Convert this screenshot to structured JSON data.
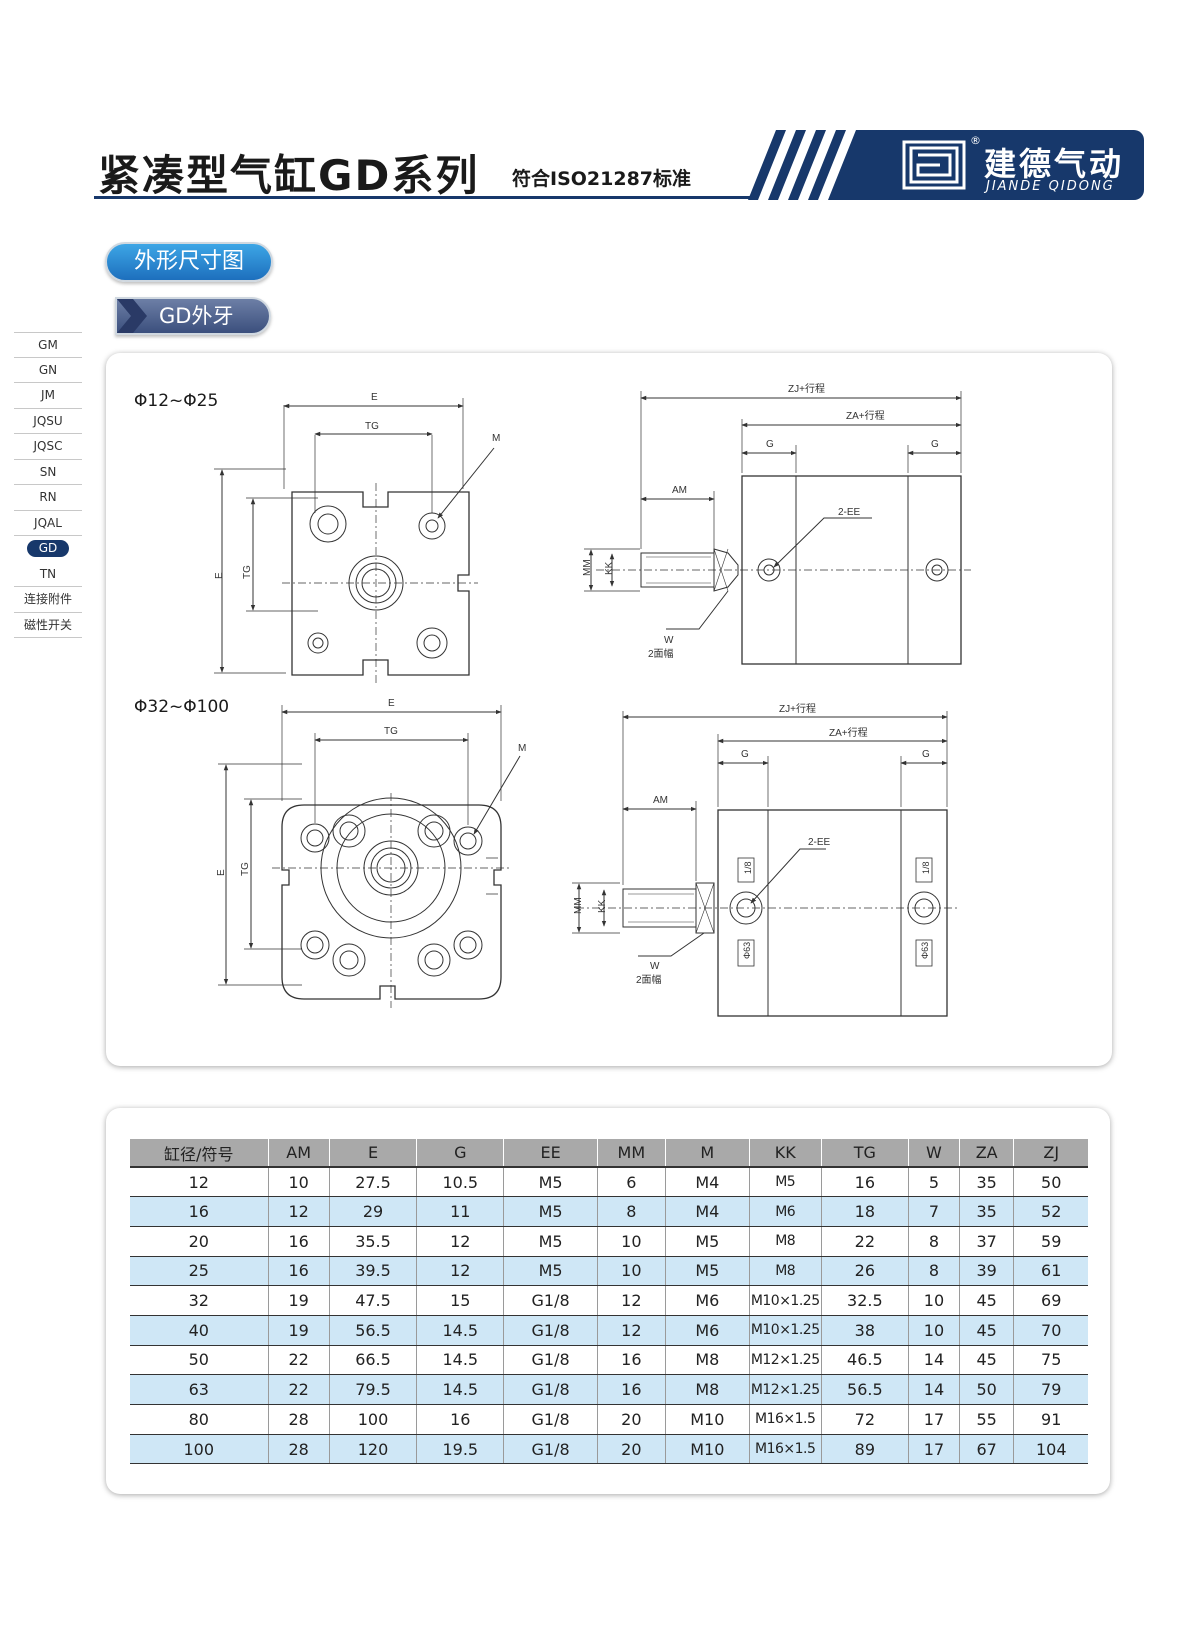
{
  "header": {
    "title": "紧凑型气缸GD系列",
    "subtitle": "符合ISO21287标准",
    "brand_cn": "建德气动",
    "brand_en": "JIANDE QIDONG",
    "registered": "®",
    "brand_color": "#17386b"
  },
  "section_tags": {
    "primary": "外形尺寸图",
    "secondary": "GD外牙"
  },
  "sidenav": {
    "items": [
      "GM",
      "GN",
      "JM",
      "JQSU",
      "JQSC",
      "SN",
      "RN",
      "JQAL",
      "GD",
      "TN",
      "连接附件",
      "磁性开关"
    ],
    "active": "GD"
  },
  "drawing": {
    "range_small": "Φ12~Φ25",
    "range_large": "Φ32~Φ100",
    "labels": {
      "E": "E",
      "TG": "TG",
      "M": "M",
      "ZJ": "ZJ+行程",
      "ZA": "ZA+行程",
      "G": "G",
      "AM": "AM",
      "EE": "2-EE",
      "MM": "MM",
      "KK": "KK",
      "W": "W",
      "W_note": "2面幅",
      "port": "1/8",
      "bore": "Φ63"
    }
  },
  "table": {
    "headers": [
      "缸径/符号",
      "AM",
      "E",
      "G",
      "EE",
      "MM",
      "M",
      "KK",
      "TG",
      "W",
      "ZA",
      "ZJ"
    ],
    "rows": [
      [
        "12",
        "10",
        "27.5",
        "10.5",
        "M5",
        "6",
        "M4",
        "M5",
        "16",
        "5",
        "35",
        "50"
      ],
      [
        "16",
        "12",
        "29",
        "11",
        "M5",
        "8",
        "M4",
        "M6",
        "18",
        "7",
        "35",
        "52"
      ],
      [
        "20",
        "16",
        "35.5",
        "12",
        "M5",
        "10",
        "M5",
        "M8",
        "22",
        "8",
        "37",
        "59"
      ],
      [
        "25",
        "16",
        "39.5",
        "12",
        "M5",
        "10",
        "M5",
        "M8",
        "26",
        "8",
        "39",
        "61"
      ],
      [
        "32",
        "19",
        "47.5",
        "15",
        "G1/8",
        "12",
        "M6",
        "M10×1.25",
        "32.5",
        "10",
        "45",
        "69"
      ],
      [
        "40",
        "19",
        "56.5",
        "14.5",
        "G1/8",
        "12",
        "M6",
        "M10×1.25",
        "38",
        "10",
        "45",
        "70"
      ],
      [
        "50",
        "22",
        "66.5",
        "14.5",
        "G1/8",
        "16",
        "M8",
        "M12×1.25",
        "46.5",
        "14",
        "45",
        "75"
      ],
      [
        "63",
        "22",
        "79.5",
        "14.5",
        "G1/8",
        "16",
        "M8",
        "M12×1.25",
        "56.5",
        "14",
        "50",
        "79"
      ],
      [
        "80",
        "28",
        "100",
        "16",
        "G1/8",
        "20",
        "M10",
        "M16×1.5",
        "72",
        "17",
        "55",
        "91"
      ],
      [
        "100",
        "28",
        "120",
        "19.5",
        "G1/8",
        "20",
        "M10",
        "M16×1.5",
        "89",
        "17",
        "67",
        "104"
      ]
    ],
    "header_color": "#a9a9a9",
    "stripe_color": "#cfe7f6"
  }
}
